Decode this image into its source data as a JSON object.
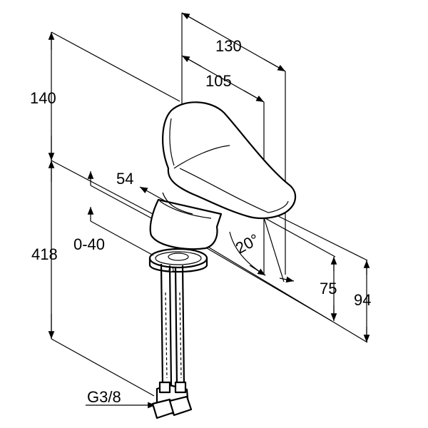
{
  "drawing": {
    "labels": {
      "width_total": "130",
      "width_spout": "105",
      "height_total": "140",
      "body_width": "54",
      "hole_range": "0-40",
      "hose_length": "418",
      "spout_angle": "20°",
      "spout_height": "75",
      "outlet_height": "94",
      "thread": "G3/8"
    }
  }
}
